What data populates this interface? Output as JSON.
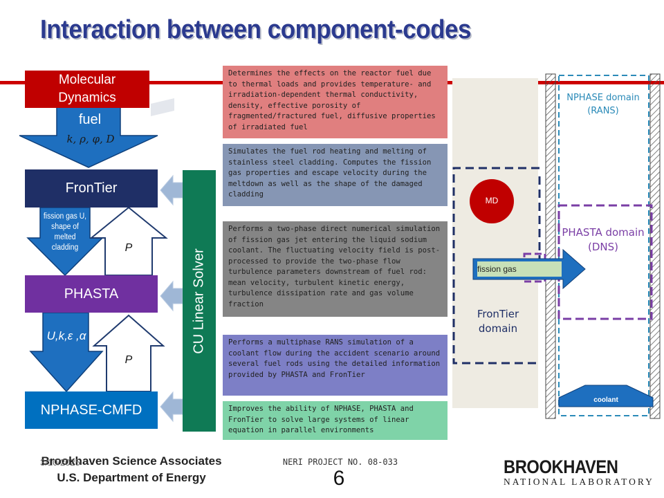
{
  "slide": {
    "title": "Interaction between component-codes",
    "footer_org_line1": "Brookhaven Science Associates",
    "footer_org_line2": "U.S. Department of Energy",
    "footer_date": "3/10/2025",
    "footer_project": "NERI PROJECT  NO. 08-033",
    "page_number": "6",
    "logo_line1": "BROOKHAVEN",
    "logo_line2": "NATIONAL LABORATORY"
  },
  "codes": {
    "md": "Molecular Dynamics",
    "frontier": "FronTier",
    "phasta": "PHASTA",
    "nphase": "NPHASE-CMFD",
    "solver": "CU Linear Solver"
  },
  "arrows": {
    "fuel_label": "fuel",
    "fuel_symbols": "k, ρ, φ, D",
    "fission_gas_text": "fission gas U, shape of melted cladding",
    "p_up_1": "P",
    "ukea": "U,k,ε ,α",
    "p_up_2": "P"
  },
  "descriptions": [
    {
      "text": "Determines the effects on the reactor fuel due to thermal loads and provides temperature- and irradiation-dependent thermal conductivity, density, effective porosity of fragmented/fractured fuel, diffusive properties of irradiated fuel",
      "color": "#e07f7f"
    },
    {
      "text": "Simulates the fuel rod heating and melting of stainless steel cladding. Computes the fission gas properties and escape velocity during the meltdown as well as the shape of the damaged cladding",
      "color": "#8696b4"
    },
    {
      "text": "Performs a two-phase direct numerical simulation of fission gas jet entering the liquid sodium coolant. The fluctuating velocity field is post-processed to provide the two-phase flow turbulence parameters downstream of fuel rod: mean velocity, turbulent kinetic energy, turbulence dissipation rate and gas volume fraction",
      "color": "#858585"
    },
    {
      "text": "Performs a multiphase RANS simulation of a coolant flow during the accident scenario around several fuel rods using the detailed information provided by PHASTA and FronTier",
      "color": "#7d7fc6"
    },
    {
      "text": "Improves the ability of NPHASE, PHASTA and FronTier to solve large systems of linear equation in parallel environments",
      "color": "#7fd3a8"
    }
  ],
  "domains": {
    "nphase": "NPHASE domain (RANS)",
    "phasta": "PHASTA domain (DNS)",
    "frontier": "FronTier domain",
    "md": "MD",
    "fission_gas": "fission gas",
    "coolant": "coolant"
  },
  "colors": {
    "title": "#2b3a8f",
    "md_box": "#c00000",
    "frontier_box": "#1f2f66",
    "phasta_box": "#7030a0",
    "nphase_box": "#0070c0",
    "solver": "#0f7a55",
    "arrow_blue": "#1e6fbf"
  }
}
